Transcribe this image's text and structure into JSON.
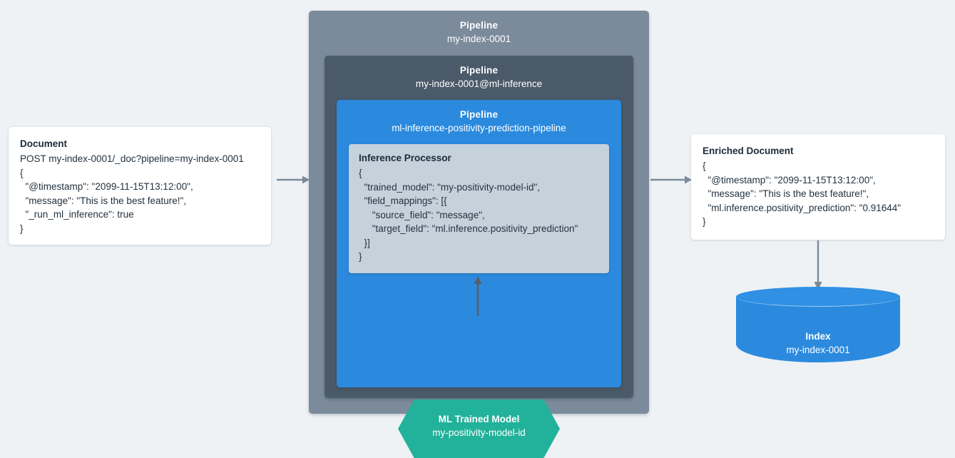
{
  "background_color": "#eef2f5",
  "colors": {
    "pipeline_outer": "#7c8b9c",
    "pipeline_middle": "#4a5a69",
    "pipeline_inner": "#2b8ade",
    "processor_box": "#c5d1db",
    "ml_model": "#22b19a",
    "index": "#2b8ade",
    "arrow": "#7b8a99",
    "card": "#ffffff"
  },
  "document": {
    "title": "Document",
    "lines": [
      "POST my-index-0001/_doc?pipeline=my-index-0001",
      "{",
      "  \"@timestamp\": \"2099-11-15T13:12:00\",",
      "  \"message\": \"This is the best feature!\",",
      "  \"_run_ml_inference\": true",
      "}"
    ]
  },
  "pipeline_outer": {
    "label": "Pipeline",
    "name": "my-index-0001"
  },
  "pipeline_middle": {
    "label": "Pipeline",
    "name": "my-index-0001@ml-inference"
  },
  "pipeline_inner": {
    "label": "Pipeline",
    "name": "ml-inference-positivity-prediction-pipeline"
  },
  "inference_processor": {
    "title": "Inference Processor",
    "lines": [
      "{",
      "  \"trained_model\": \"my-positivity-model-id\",",
      "  \"field_mappings\": [{",
      "     \"source_field\": \"message\",",
      "     \"target_field\": \"ml.inference.positivity_prediction\"",
      "  }]",
      "}"
    ]
  },
  "ml_model": {
    "label": "ML Trained Model",
    "name": "my-positivity-model-id"
  },
  "enriched_document": {
    "title": "Enriched Document",
    "lines": [
      "{",
      "  \"@timestamp\": \"2099-11-15T13:12:00\",",
      "  \"message\": \"This is the best feature!\",",
      "  \"ml.inference.positivity_prediction\": \"0.91644\"",
      "}"
    ]
  },
  "index": {
    "label": "Index",
    "name": "my-index-0001"
  },
  "arrows": {
    "doc_to_pipeline": "arrow-right-icon",
    "pipeline_to_enriched": "arrow-right-icon",
    "model_to_processor": "arrow-up-icon",
    "enriched_to_index": "arrow-down-icon"
  }
}
